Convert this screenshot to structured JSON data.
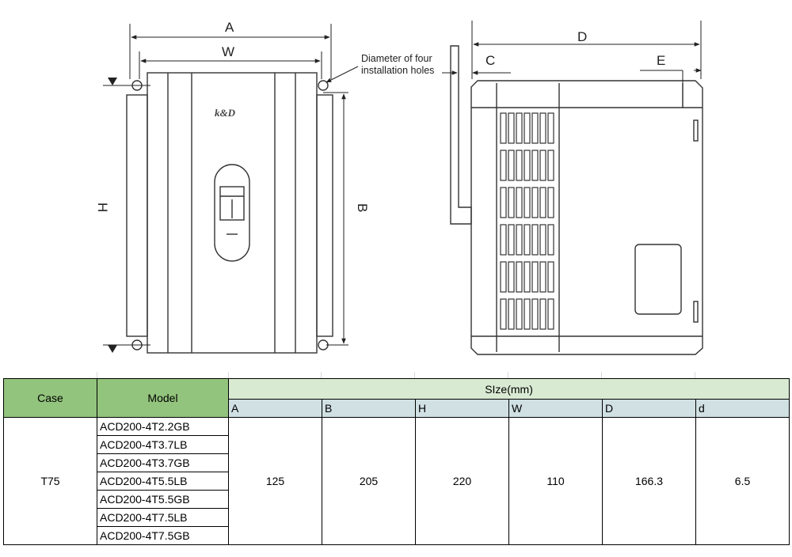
{
  "drawing": {
    "front_labels": {
      "A": "A",
      "W": "W",
      "H": "H",
      "B": "B"
    },
    "side_labels": {
      "D": "D",
      "C": "C",
      "E": "E"
    },
    "note_line1": "Diameter of four",
    "note_line2": "installation holes",
    "brand": "k&D"
  },
  "table": {
    "case_header": "Case",
    "model_header": "Model",
    "size_header": "SIze(mm)",
    "dim_headers": [
      "A",
      "B",
      "H",
      "W",
      "D",
      "d"
    ],
    "case": "T75",
    "models": [
      "ACD200-4T2.2GB",
      "ACD200-4T3.7LB",
      "ACD200-4T3.7GB",
      "ACD200-4T5.5LB",
      "ACD200-4T5.5GB",
      "ACD200-4T7.5LB",
      "ACD200-4T7.5GB"
    ],
    "values": [
      "125",
      "205",
      "220",
      "110",
      "166.3",
      "6.5"
    ]
  }
}
